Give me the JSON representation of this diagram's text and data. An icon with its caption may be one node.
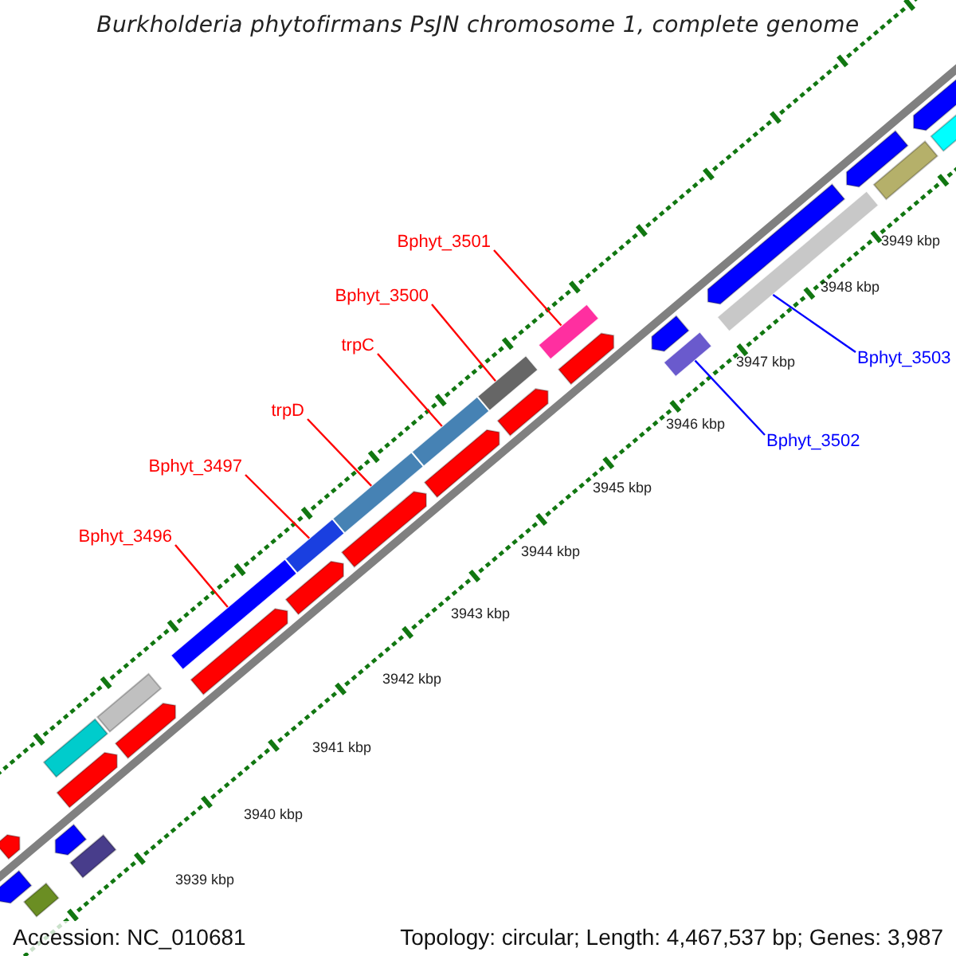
{
  "diagram": {
    "title": "Burkholderia phytofirmans PsJN chromosome 1, complete genome",
    "nodes": [
      {
        "text": [
          "Bphyt_3496"
        ]
      },
      {
        "text": [
          "Bphyt_3497"
        ]
      },
      {
        "text": [
          "trpD"
        ]
      },
      {
        "text": [
          "trpC"
        ]
      },
      {
        "text": [
          "Bphyt_3500"
        ]
      },
      {
        "text": [
          "Bphyt_3501"
        ]
      },
      {
        "text": [
          "Bphyt_3502"
        ]
      },
      {
        "text": [
          "Bphyt_3503"
        ]
      },
      {
        "text": [],
        "shape": "bar"
      },
      {
        "text": [],
        "shape": "bar"
      },
      {
        "text": [],
        "shape": "bar"
      },
      {
        "text": [],
        "shape": "bar"
      },
      {
        "text": [],
        "shape": "bar"
      },
      {
        "text": [],
        "shape": "bar"
      },
      {
        "text": [],
        "shape": "bar"
      },
      {
        "text": [],
        "shape": "bar"
      },
      {
        "text": [],
        "shape": "bar"
      },
      {
        "text": [],
        "shape": "bar"
      },
      {
        "text": [],
        "shape": "bar"
      },
      {
        "text": [],
        "shape": "bar"
      },
      {
        "text": [],
        "shape": "bar"
      },
      {
        "text": [],
        "shape": "bar"
      },
      {
        "text": [],
        "shape": "bar"
      },
      {
        "text": [],
        "shape": "bar"
      },
      {
        "text": [],
        "shape": "bar"
      },
      {
        "text": [],
        "shape": "bar"
      },
      {
        "text": [],
        "shape": "bar"
      },
      {
        "text": [],
        "shape": "bar"
      },
      {
        "text": [],
        "shape": "bar"
      },
      {
        "text": [],
        "shape": "bar"
      },
      {
        "text": [],
        "shape": "bar"
      },
      {
        "text": [],
        "shape": "bar"
      },
      {
        "text": [],
        "shape": "bar"
      },
      {
        "text": [],
        "shape": "bar"
      },
      {
        "text": [],
        "shape": "bar"
      },
      {
        "text": [],
        "shape": "bar"
      },
      {
        "text": [],
        "shape": "bar"
      }
    ],
    "edges": [
      {
        "from": 0,
        "to": 8,
        "arrow": "none"
      },
      {
        "from": 1,
        "to": 9,
        "arrow": "none"
      },
      {
        "from": 2,
        "to": 10,
        "arrow": "none"
      },
      {
        "from": 3,
        "to": 11,
        "arrow": "none"
      },
      {
        "from": 4,
        "to": 12,
        "arrow": "none"
      },
      {
        "from": 5,
        "to": 13,
        "arrow": "none"
      },
      {
        "from": 6,
        "to": 14,
        "arrow": "none",
        "color": "#0000ff"
      },
      {
        "from": 7,
        "to": 15,
        "arrow": "none",
        "color": "#0000ff"
      }
    ],
    "labels": [
      "3949 kbp",
      "3948 kbp",
      "3947 kbp",
      "3946 kbp",
      "3945 kbp",
      "3944 kbp",
      "3943 kbp",
      "3942 kbp",
      "3941 kbp",
      "3940 kbp",
      "3939 kbp",
      "Accession: NC_010681",
      "Topology: circular; Length: 4,467,537 bp; Genes: 3,987"
    ]
  }
}
